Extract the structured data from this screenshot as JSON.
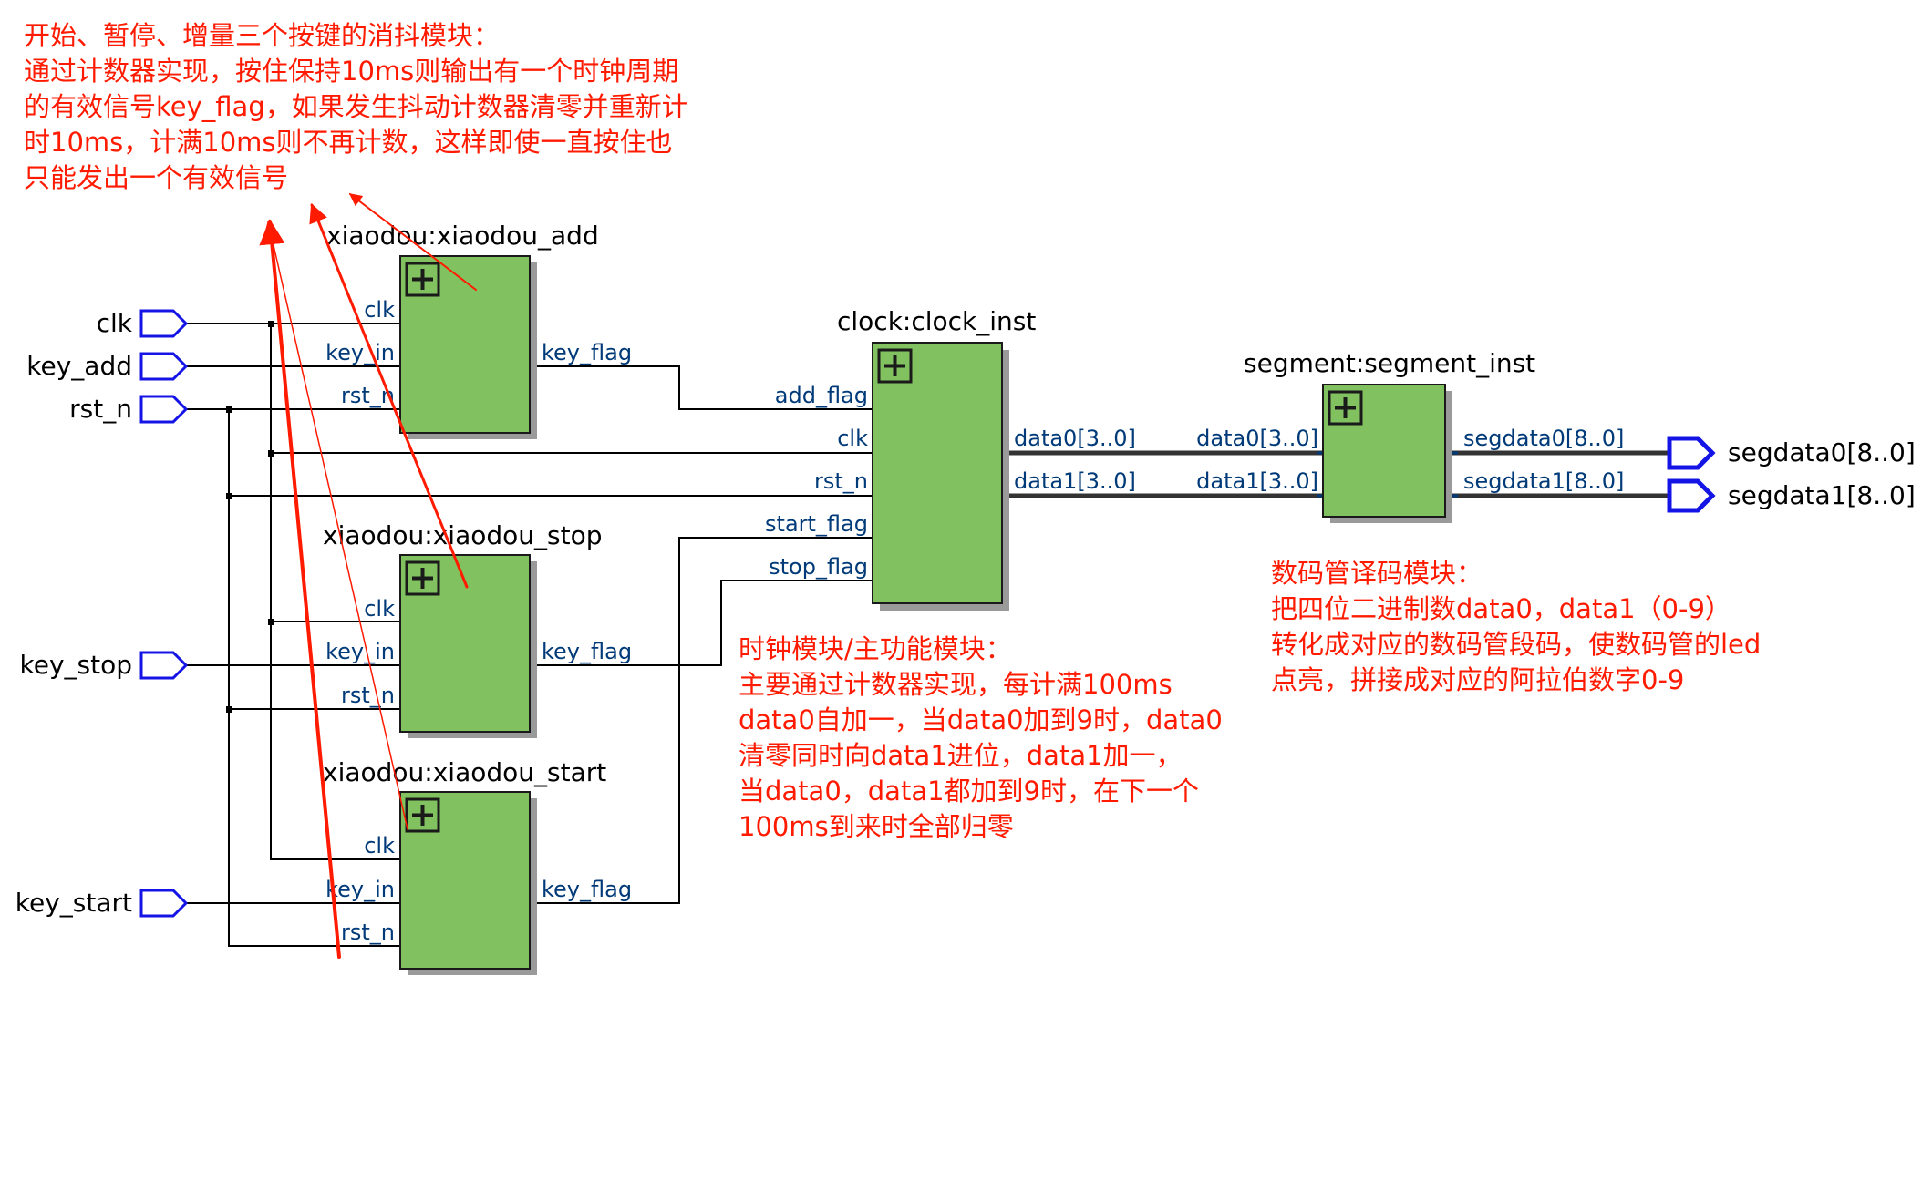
{
  "colors": {
    "block_fill": "#82c160",
    "block_border": "#1a1a1a",
    "block_shadow": "#9a9a9a",
    "wire": "#000000",
    "bus": "#333333",
    "port_stroke": "#1414e6",
    "pin_label": "#003a78",
    "annotation": "#ff1a00"
  },
  "inputs": {
    "clk": "clk",
    "key_add": "key_add",
    "rst_n": "rst_n",
    "key_stop": "key_stop",
    "key_start": "key_start"
  },
  "outputs": {
    "segdata0": "segdata0[8..0]",
    "segdata1": "segdata1[8..0]"
  },
  "blocks": {
    "xiaodou_add": {
      "name": "xiaodou:xiaodou_add",
      "pins": {
        "clk": "clk",
        "key_in": "key_in",
        "rst_n": "rst_n",
        "key_flag": "key_flag"
      }
    },
    "xiaodou_stop": {
      "name": "xiaodou:xiaodou_stop",
      "pins": {
        "clk": "clk",
        "key_in": "key_in",
        "rst_n": "rst_n",
        "key_flag": "key_flag"
      }
    },
    "xiaodou_start": {
      "name": "xiaodou:xiaodou_start",
      "pins": {
        "clk": "clk",
        "key_in": "key_in",
        "rst_n": "rst_n",
        "key_flag": "key_flag"
      }
    },
    "clock_inst": {
      "name": "clock:clock_inst",
      "pins": {
        "add_flag": "add_flag",
        "clk": "clk",
        "rst_n": "rst_n",
        "start_flag": "start_flag",
        "stop_flag": "stop_flag",
        "data0": "data0[3..0]",
        "data1": "data1[3..0]"
      }
    },
    "segment_inst": {
      "name": "segment:segment_inst",
      "pins": {
        "data0": "data0[3..0]",
        "data1": "data1[3..0]",
        "segdata0": "segdata0[8..0]",
        "segdata1": "segdata1[8..0]"
      }
    }
  },
  "annotations": {
    "debounce": "开始、暂停、增量三个按键的消抖模块：\n通过计数器实现，按住保持10ms则输出有一个时钟周期\n的有效信号key_flag，如果发生抖动计数器清零并重新计\n时10ms，计满10ms则不再计数，这样即使一直按住也\n只能发出一个有效信号",
    "clock": "时钟模块/主功能模块：\n主要通过计数器实现，每计满100ms\ndata0自加一，当data0加到9时，data0\n清零同时向data1进位，data1加一，\n当data0，data1都加到9时，在下一个\n100ms到来时全部归零",
    "segment": "数码管译码模块：\n把四位二进制数data0，data1（0-9）\n转化成对应的数码管段码，使数码管的led\n点亮，拼接成对应的阿拉伯数字0-9"
  }
}
